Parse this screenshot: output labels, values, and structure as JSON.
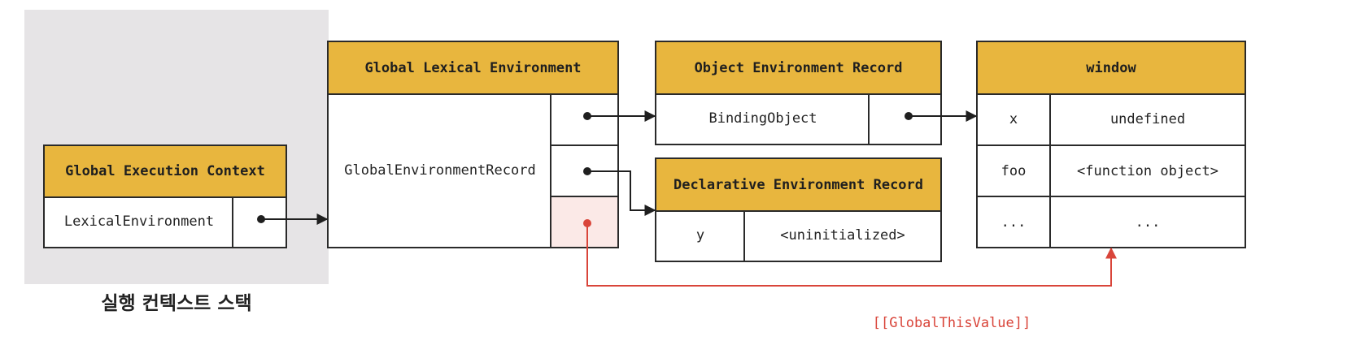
{
  "stack_caption": "실행 컨텍스트 스택",
  "global_execution_context": {
    "title": "Global Execution Context",
    "row_label": "LexicalEnvironment"
  },
  "global_lexical_environment": {
    "title": "Global Lexical Environment",
    "row_label": "GlobalEnvironmentRecord"
  },
  "object_environment_record": {
    "title": "Object Environment Record",
    "row_label": "BindingObject"
  },
  "declarative_environment_record": {
    "title": "Declarative Environment Record",
    "key": "y",
    "value": "<uninitialized>"
  },
  "window": {
    "title": "window",
    "rows": [
      {
        "key": "x",
        "value": "undefined"
      },
      {
        "key": "foo",
        "value": "<function object>"
      },
      {
        "key": "...",
        "value": "..."
      }
    ]
  },
  "global_this_label": "[[GlobalThisValue]]",
  "colors": {
    "header": "#e8b63e",
    "stack_background": "#e6e4e6",
    "global_this_arrow": "#d9453a",
    "highlight_cell": "#fbe9e7"
  }
}
